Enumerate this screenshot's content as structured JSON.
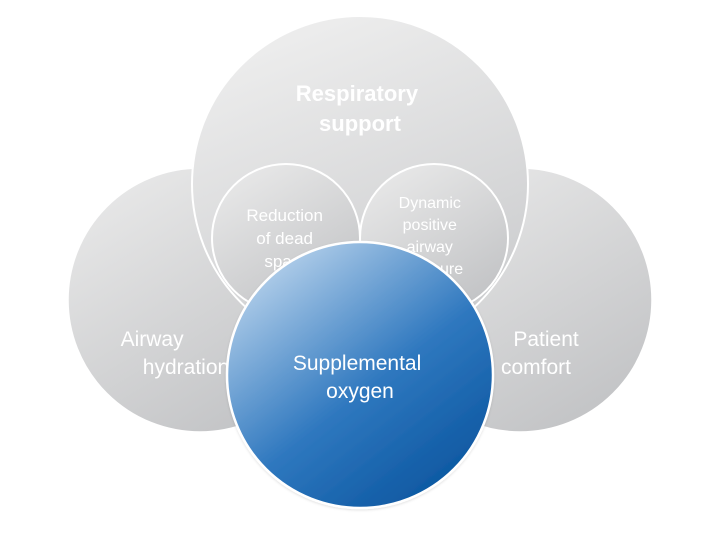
{
  "diagram": {
    "outer": {
      "top": {
        "lines": [
          "Respiratory",
          "support"
        ]
      },
      "left": {
        "lines": [
          "Airway",
          "hydration"
        ]
      },
      "right": {
        "lines": [
          "Patient",
          "comfort"
        ]
      }
    },
    "inner": {
      "left": {
        "lines": [
          "Reduction",
          "of dead",
          "space"
        ]
      },
      "right": {
        "lines": [
          "Dynamic",
          "positive",
          "airway",
          "pressure"
        ]
      }
    },
    "center": {
      "lines": [
        "Supplemental",
        "oxygen"
      ]
    }
  },
  "colors": {
    "circle_light": "#ececec",
    "circle_dark": "#c7c8ca",
    "outer_text": "#ffffff",
    "center_light": "#b4d0ea",
    "center_dark": "#0d5aa6"
  }
}
